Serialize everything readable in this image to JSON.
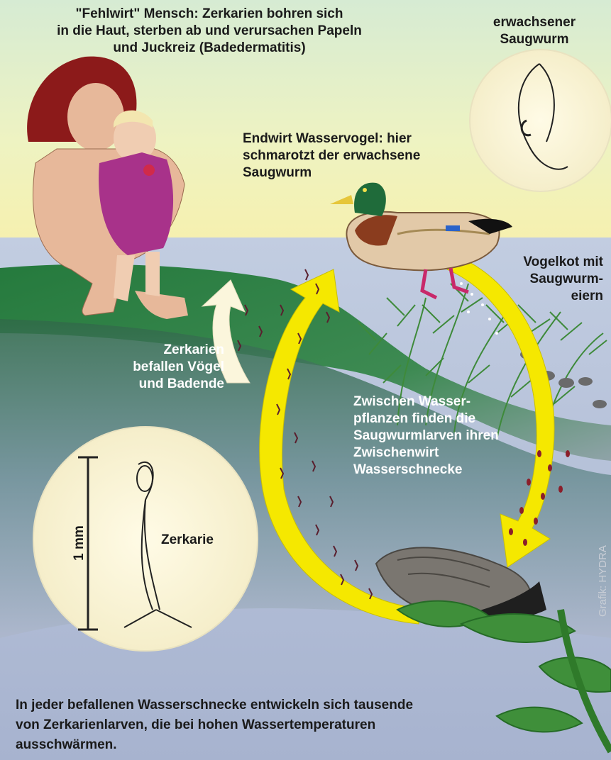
{
  "labels": {
    "human_host": "\"Fehlwirt\" Mensch: Zerkarien bohren sich\nin die Haut, sterben ab und verursachen Papeln\nund Juckreiz (Badedermatitis)",
    "adult_fluke": "erwachsener\nSaugwurm",
    "final_host": "Endwirt Wasservogel: hier\nschmarotzt der erwachsene\nSaugwurm",
    "bird_droppings": "Vogelkot mit\nSaugwurm-\neiern",
    "cercariae_attack": "Zerkarien\nbefallen Vögel\nund Badende",
    "intermediate_host": "Zwischen Wasser-\npflanzen finden die\nSaugwurmlarven ihren\nZwischenwirt\nWasserschnecke",
    "cercaria": "Zerkarie",
    "scale": "1 mm",
    "bottom_caption": "In jeder befallenen Wasserschnecke entwickeln sich tausende\nvon Zerkarienlarven, die bei hohen Wassertemperaturen\nausschwärmen.",
    "credit": "Grafik: HYDRA"
  },
  "colors": {
    "sky_top": "#d8ecd0",
    "sky_bottom": "#f7f0b0",
    "water": "#b9c3da",
    "bank": "#2f7a43",
    "arrow_yellow": "#f5e800",
    "arrow_cream": "#fbf6dc",
    "circle_fill": "#fbf5d4"
  }
}
